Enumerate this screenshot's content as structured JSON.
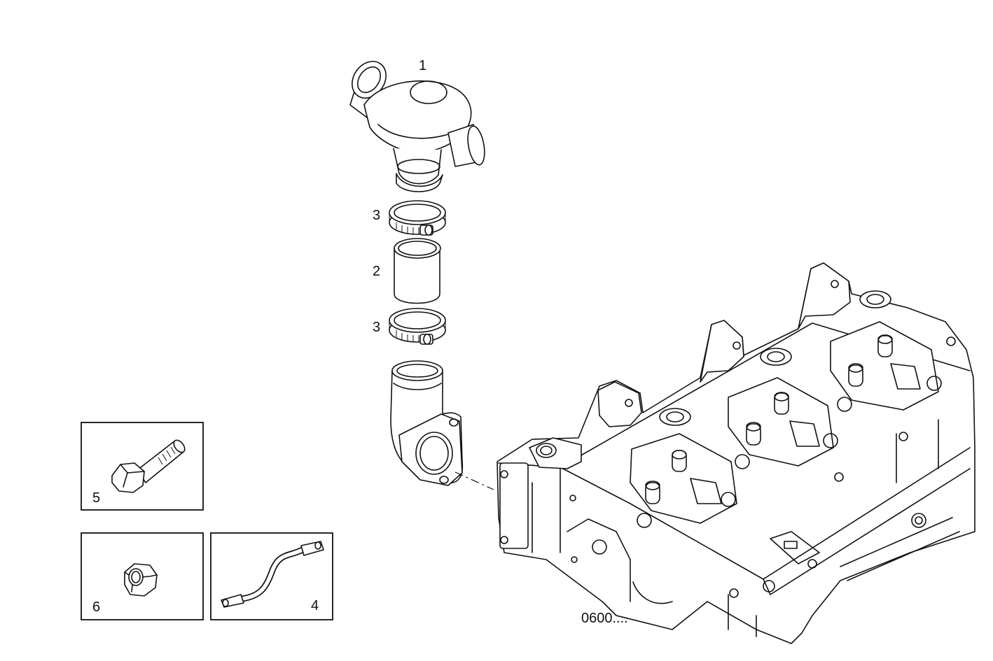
{
  "callouts": {
    "thermostat_housing": "1",
    "hose_sleeve": "2",
    "hose_clamp_upper": "3",
    "hose_clamp_lower": "3",
    "ground_cable": "4",
    "hex_bolt": "5",
    "hex_nut": "6"
  },
  "reference_code": "0600...."
}
